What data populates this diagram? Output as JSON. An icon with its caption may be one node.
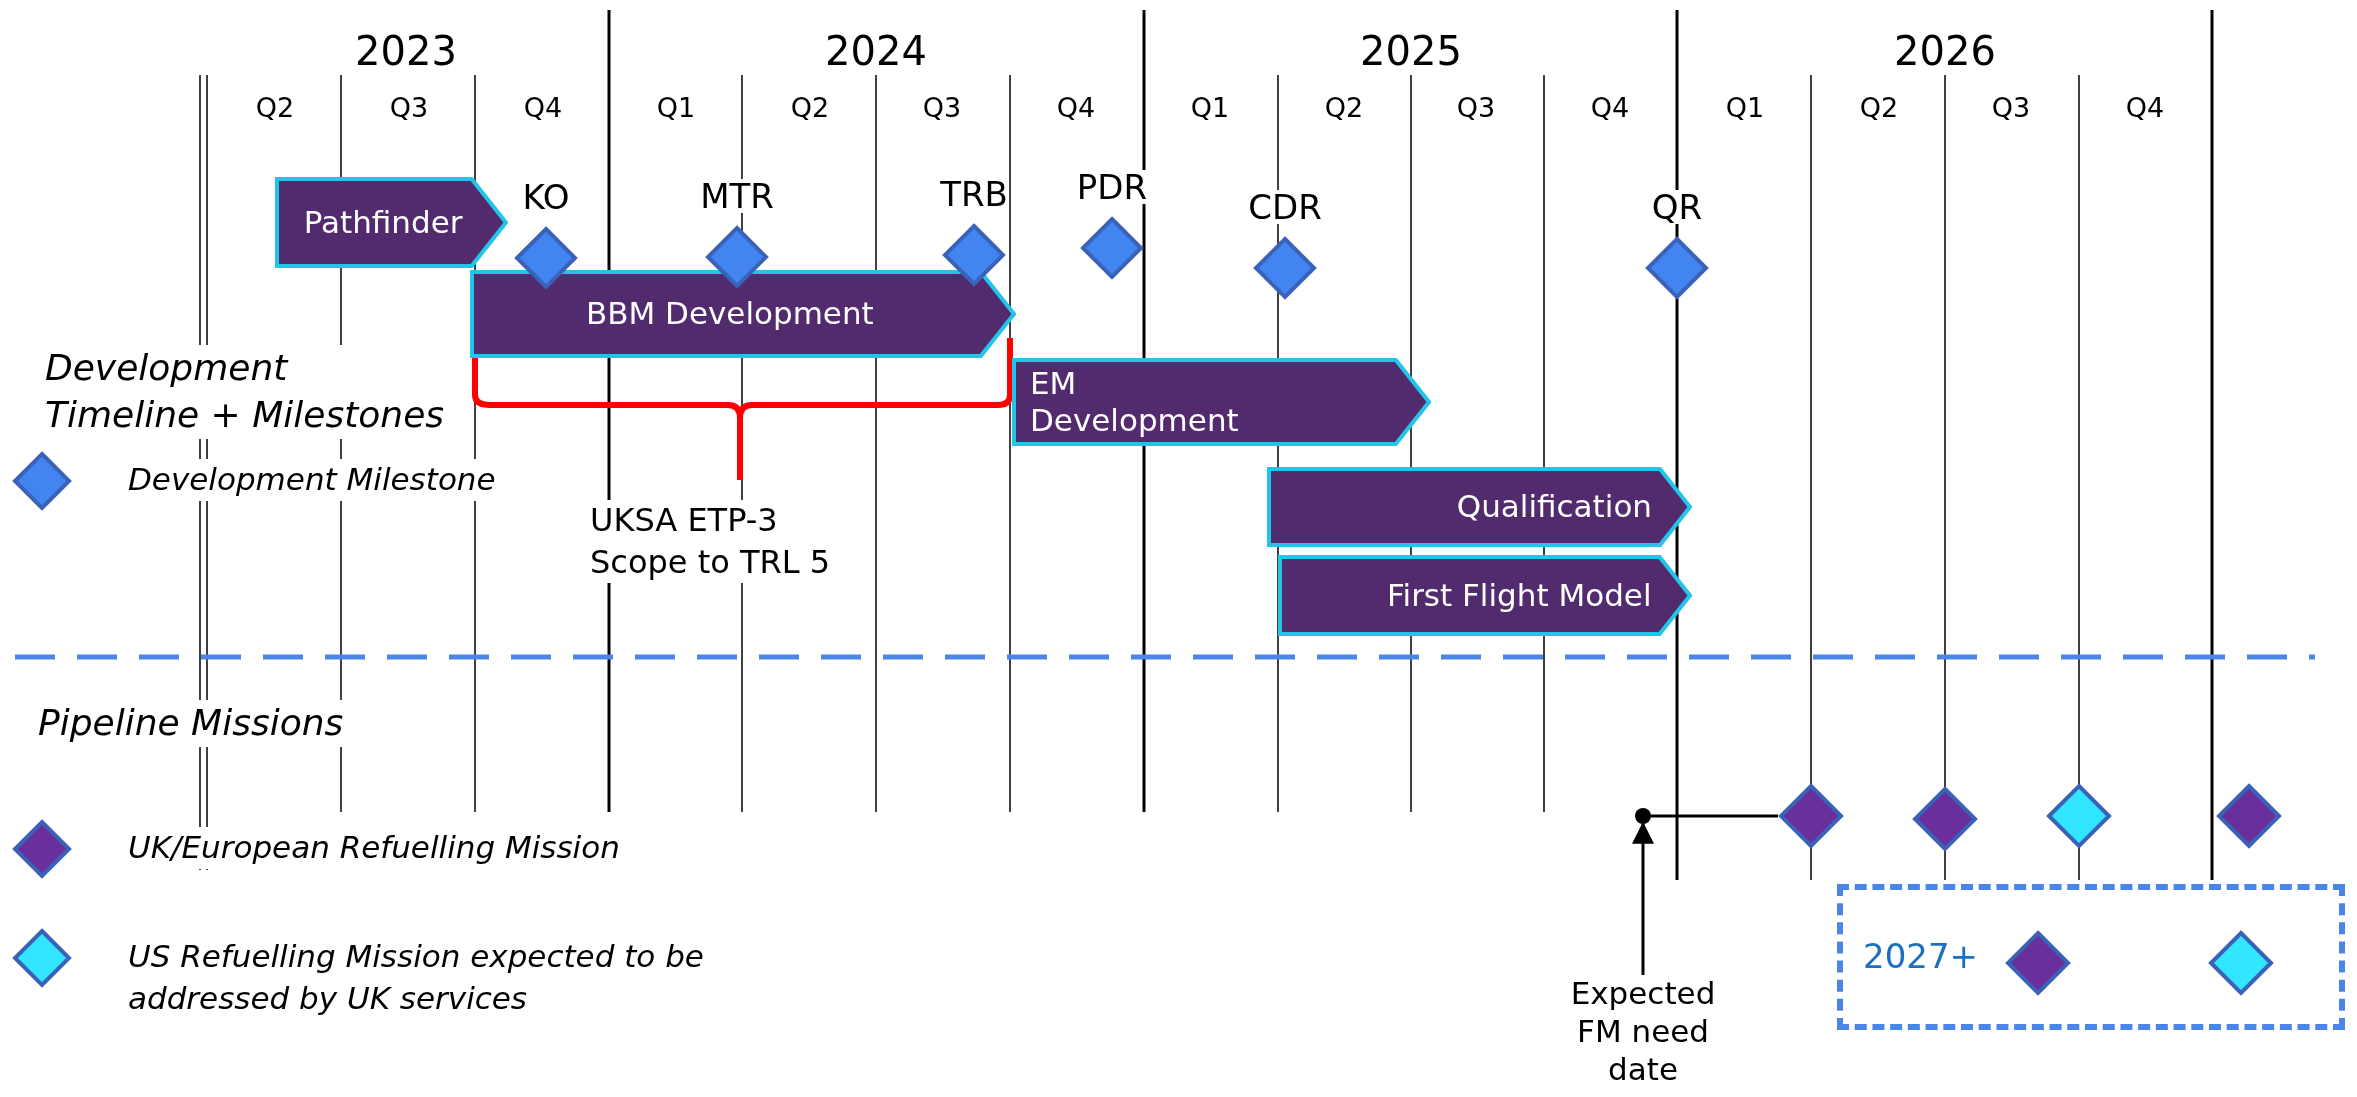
{
  "diagram": {
    "nodes": [
      {
        "text": [
          "Pathfinder"
        ]
      },
      {
        "text": [
          "KO"
        ]
      },
      {
        "text": [
          "MTR"
        ]
      },
      {
        "text": [
          "TRB"
        ]
      },
      {
        "text": [
          "PDR"
        ]
      },
      {
        "text": [
          "CDR"
        ]
      },
      {
        "text": [
          "QR"
        ]
      },
      {
        "text": [
          "BBM Development"
        ]
      },
      {
        "text": [
          "EM Development"
        ]
      },
      {
        "text": [
          "Qualification"
        ]
      },
      {
        "text": [
          "First Flight Model"
        ]
      },
      {
        "text": [],
        "shape": "circle"
      },
      {
        "text": [],
        "shape": "diamond"
      },
      {
        "text": [],
        "shape": "diamond"
      },
      {
        "text": [],
        "shape": "diamond"
      },
      {
        "text": [],
        "shape": "diamond"
      },
      {
        "text": [
          "2027+"
        ]
      },
      {
        "text": [],
        "shape": "diamond",
        "in": 16
      },
      {
        "text": [],
        "shape": "diamond",
        "in": 16
      },
      {
        "text": [
          "Expected FM need date"
        ]
      }
    ],
    "edges": [
      {
        "from": 11,
        "to": 12,
        "arrow": "none"
      },
      {
        "from": 19,
        "to": 11,
        "arrow": "to"
      }
    ],
    "labels": [
      "2023",
      "2024",
      "2025",
      "2026",
      "Q2",
      "Q3",
      "Q4",
      "Q1",
      "Q2",
      "Q3",
      "Q4",
      "Q1",
      "Q2",
      "Q3",
      "Q4",
      "Q1",
      "Q2",
      "Q3",
      "Q4",
      "Development Timeline + Milestones",
      "UKSA ETP-3 Scope to TRL 5",
      "Pipeline Missions"
    ],
    "legend": [
      {
        "text": "Development Milestone"
      },
      {
        "text": "UK/European Refuelling Mission"
      },
      {
        "text": "US Refuelling Mission expected to be addressed by UK services"
      }
    ]
  }
}
